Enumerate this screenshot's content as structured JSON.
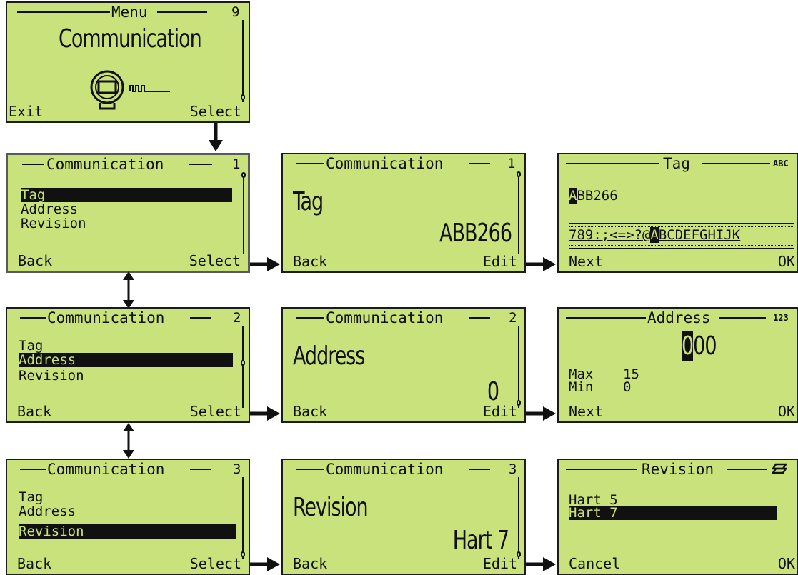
{
  "menu_screen": {
    "header": "Menu",
    "page_number": "9",
    "title": "Communication",
    "left_soft": "Exit",
    "right_soft": "Select"
  },
  "list_screens": [
    {
      "header": "Communication",
      "number": "1",
      "items": [
        "Tag",
        "Address",
        "Revision"
      ],
      "selected": 0,
      "left_soft": "Back",
      "right_soft": "Select"
    },
    {
      "header": "Communication",
      "number": "2",
      "items": [
        "Tag",
        "Address",
        "Revision"
      ],
      "selected": 1,
      "left_soft": "Back",
      "right_soft": "Select"
    },
    {
      "header": "Communication",
      "number": "3",
      "items": [
        "Tag",
        "Address",
        "Revision"
      ],
      "selected": 2,
      "left_soft": "Back",
      "right_soft": "Select"
    }
  ],
  "detail_screens": [
    {
      "header": "Communication",
      "number": "1",
      "label": "Tag",
      "value": "ABB266",
      "left_soft": "Back",
      "right_soft": "Edit"
    },
    {
      "header": "Communication",
      "number": "2",
      "label": "Address",
      "value": "0",
      "left_soft": "Back",
      "right_soft": "Edit"
    },
    {
      "header": "Communication",
      "number": "3",
      "label": "Revision",
      "value": "Hart 7",
      "left_soft": "Back",
      "right_soft": "Edit"
    }
  ],
  "tag_edit": {
    "header": "Tag",
    "mode": "ABC",
    "cursor_char": "A",
    "value_rest": "BB266",
    "charset_before": "789:;<=>?@",
    "charset_cursor": "A",
    "charset_after": "BCDEFGHIJK",
    "left_soft": "Next",
    "right_soft": "OK"
  },
  "address_edit": {
    "header": "Address",
    "mode": "123",
    "cursor_char": "0",
    "value_rest": "00",
    "max_label": "Max",
    "max_value": "15",
    "min_label": "Min",
    "min_value": "0",
    "left_soft": "Next",
    "right_soft": "OK"
  },
  "revision_edit": {
    "header": "Revision",
    "options": [
      "Hart 5",
      "Hart 7"
    ],
    "selected": 1,
    "left_soft": "Cancel",
    "right_soft": "OK"
  }
}
